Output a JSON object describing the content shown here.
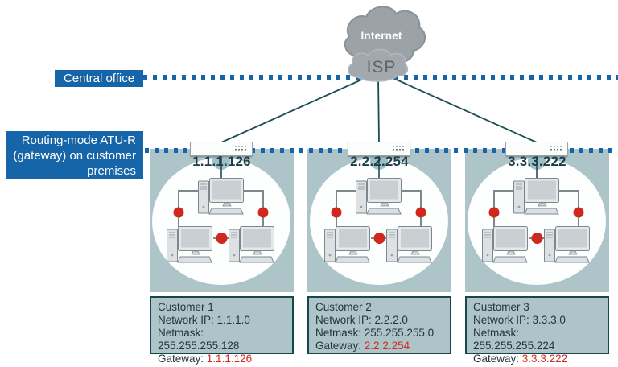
{
  "cloud": {
    "internet_label": "Internet",
    "isp_label": "ISP"
  },
  "annotations": {
    "central_office": "Central office",
    "customer_premises": "Routing-mode ATU-R (gateway) on customer premises"
  },
  "field_labels": {
    "network_ip": "Network IP:",
    "netmask": "Netmask:",
    "gateway": "Gateway:"
  },
  "customers": [
    {
      "gateway_ip": "1.1.1.126",
      "name": "Customer 1",
      "network_ip": "1.1.1.0",
      "netmask": "255.255.255.128",
      "gateway": "1.1.1.126"
    },
    {
      "gateway_ip": "2.2.2.254",
      "name": "Customer 2",
      "network_ip": "2.2.2.0",
      "netmask": "255.255.255.0",
      "gateway": "2.2.2.254"
    },
    {
      "gateway_ip": "3.3.3.222",
      "name": "Customer 3",
      "network_ip": "3.3.3.0",
      "netmask": "255.255.255.224",
      "gateway": "3.3.3.222"
    }
  ],
  "colors": {
    "annotation_blue": "#1565a8",
    "gateway_red": "#cf2b22",
    "lan_box_teal": "#adc5c9",
    "info_border_teal": "#17464f",
    "wan_line_teal": "#1c4d55",
    "cloud_gray": "#9ba2a8",
    "node_red": "#d0281c"
  }
}
